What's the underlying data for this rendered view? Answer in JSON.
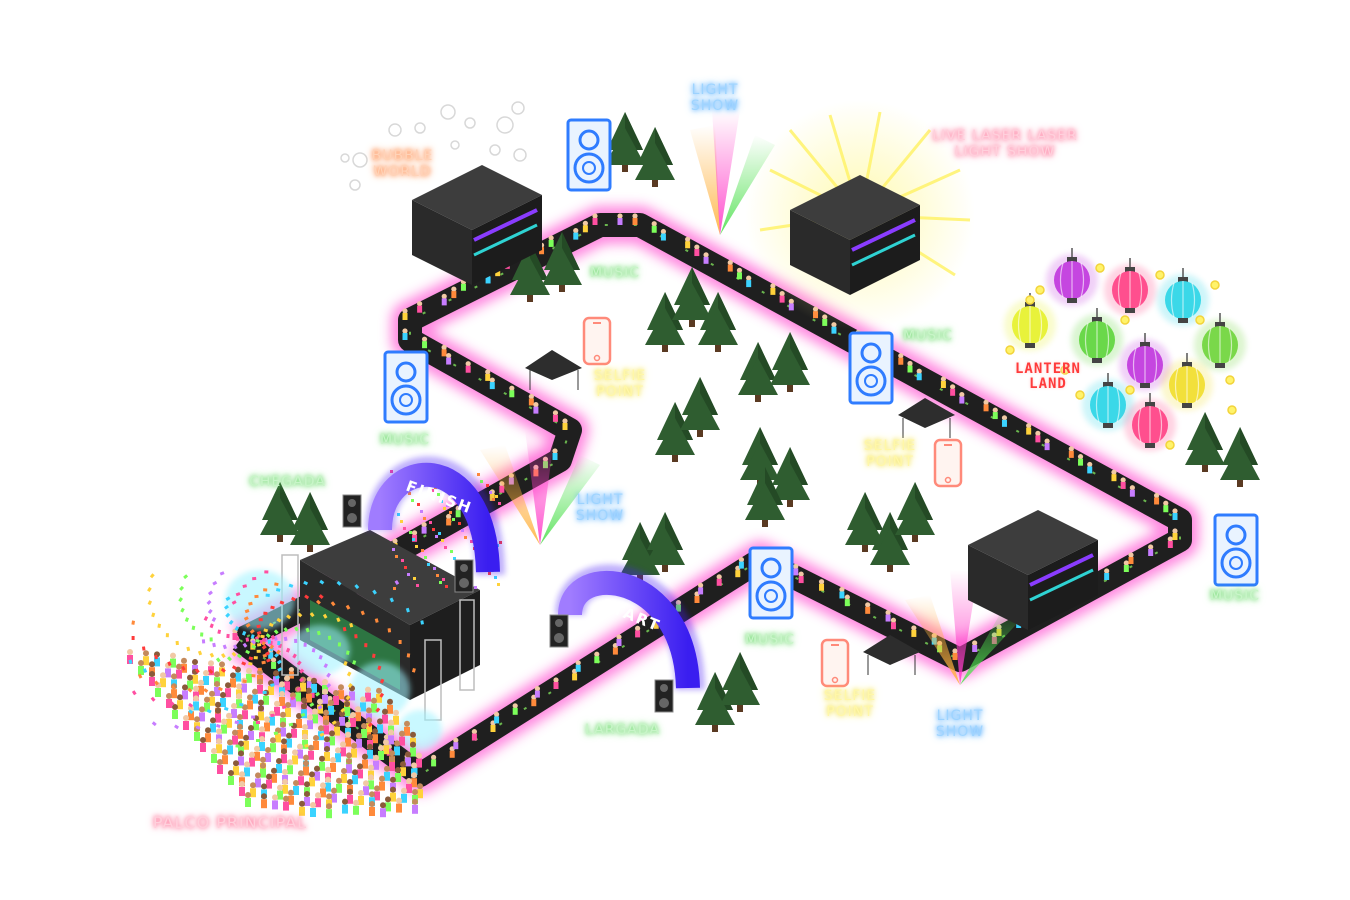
{
  "labels": {
    "bubble_world": "BUBBLE\nWORLD",
    "light_show_top": "LIGHT\nSHOW",
    "laser_show": "LIVE LASER LASER\nLIGHT SHOW",
    "music_1": "MUSIC",
    "music_2": "MUSIC",
    "music_3": "MUSIC",
    "music_4": "MUSIC",
    "music_5": "MUSIC",
    "lantern_land": "LANTERN\nLAND",
    "chegada": "CHEGADA",
    "light_show_mid": "LIGHT\nSHOW",
    "light_show_bottom": "LIGHT\nSHOW",
    "largada": "LARGADA",
    "palco_principal": "PALCO PRINCIPAL",
    "selfie_1": "SELFIE\nPOINT",
    "selfie_2": "SELFIE\nPOINT",
    "selfie_3": "SELFIE\nPOINT"
  },
  "arches": {
    "finish": "FINISH",
    "start": "START"
  },
  "colors": {
    "track": "#1e1e1e",
    "track_glow": "#ff5fd8",
    "arch": "#6a3cff",
    "stage_roof": "#3a3a3a",
    "tree": "#2e5a2e"
  },
  "icons": [
    "speaker-icon",
    "phone-icon",
    "tree-icon",
    "lantern-icon",
    "stage-icon",
    "tent-icon",
    "light-beam-icon",
    "bubble-icon"
  ]
}
